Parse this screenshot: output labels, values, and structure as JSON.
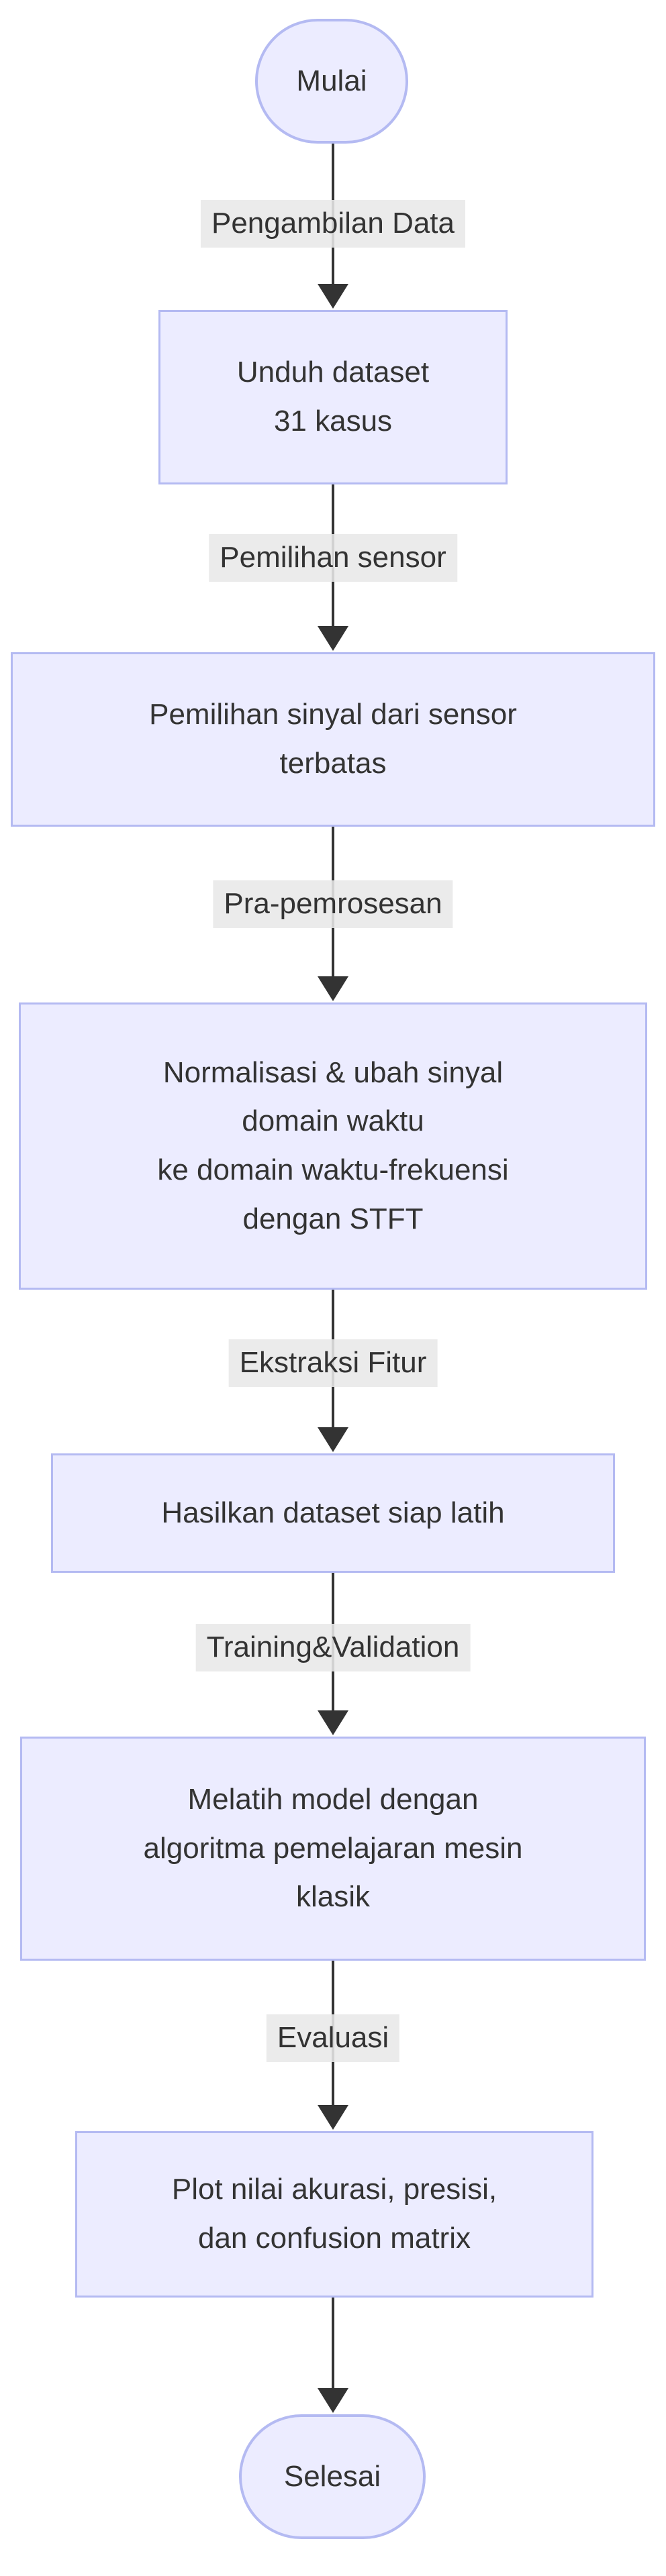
{
  "diagram": {
    "type": "flowchart",
    "direction": "top-down",
    "colors": {
      "node_fill": "#ECECFF",
      "node_border": "#B4BAF2",
      "edge_line": "#333333",
      "edge_label_bg": "#E8E8E8",
      "text": "#333333",
      "background": "#FFFFFF"
    },
    "nodes": {
      "start": {
        "shape": "stadium",
        "label": "Mulai"
      },
      "step1": {
        "shape": "rect",
        "label": "Unduh dataset\n31 kasus"
      },
      "step2": {
        "shape": "rect",
        "label": "Pemilihan sinyal dari sensor\nterbatas"
      },
      "step3": {
        "shape": "rect",
        "label": "Normalisasi & ubah sinyal\ndomain waktu\nke domain waktu-frekuensi\ndengan STFT"
      },
      "step4": {
        "shape": "rect",
        "label": "Hasilkan dataset siap latih"
      },
      "step5": {
        "shape": "rect",
        "label": "Melatih model dengan\nalgoritma pemelajaran mesin\nklasik"
      },
      "step6": {
        "shape": "rect",
        "label": "Plot nilai akurasi, presisi,\ndan confusion matrix"
      },
      "end": {
        "shape": "stadium",
        "label": "Selesai"
      }
    },
    "edges": [
      {
        "from": "start",
        "to": "step1",
        "label": "Pengambilan Data"
      },
      {
        "from": "step1",
        "to": "step2",
        "label": "Pemilihan sensor"
      },
      {
        "from": "step2",
        "to": "step3",
        "label": "Pra-pemrosesan"
      },
      {
        "from": "step3",
        "to": "step4",
        "label": "Ekstraksi Fitur"
      },
      {
        "from": "step4",
        "to": "step5",
        "label": "Training&Validation"
      },
      {
        "from": "step5",
        "to": "step6",
        "label": "Evaluasi"
      },
      {
        "from": "step6",
        "to": "end",
        "label": ""
      }
    ]
  }
}
